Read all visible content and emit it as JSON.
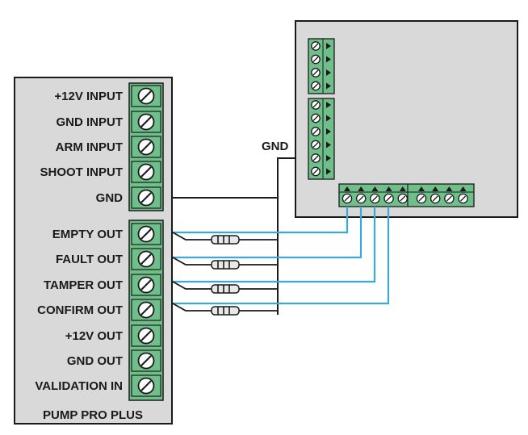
{
  "terminal_block": {
    "title": "PUMP PRO PLUS",
    "top_group": [
      "+12V INPUT",
      "GND INPUT",
      "ARM INPUT",
      "SHOOT INPUT",
      "GND"
    ],
    "bottom_group": [
      "EMPTY OUT",
      "FAULT OUT",
      "TAMPER OUT",
      "CONFIRM OUT",
      "+12V OUT",
      "GND OUT",
      "VALIDATION IN"
    ]
  },
  "gnd_wire_label": "GND",
  "colors": {
    "terminal_green": "#6fbf8a",
    "panel_gray": "#d9d9d9",
    "signal_wire_blue": "#3aa8d8",
    "ground_wire_black": "#1a1a1a",
    "resistor_body": "#e8e8e8"
  }
}
